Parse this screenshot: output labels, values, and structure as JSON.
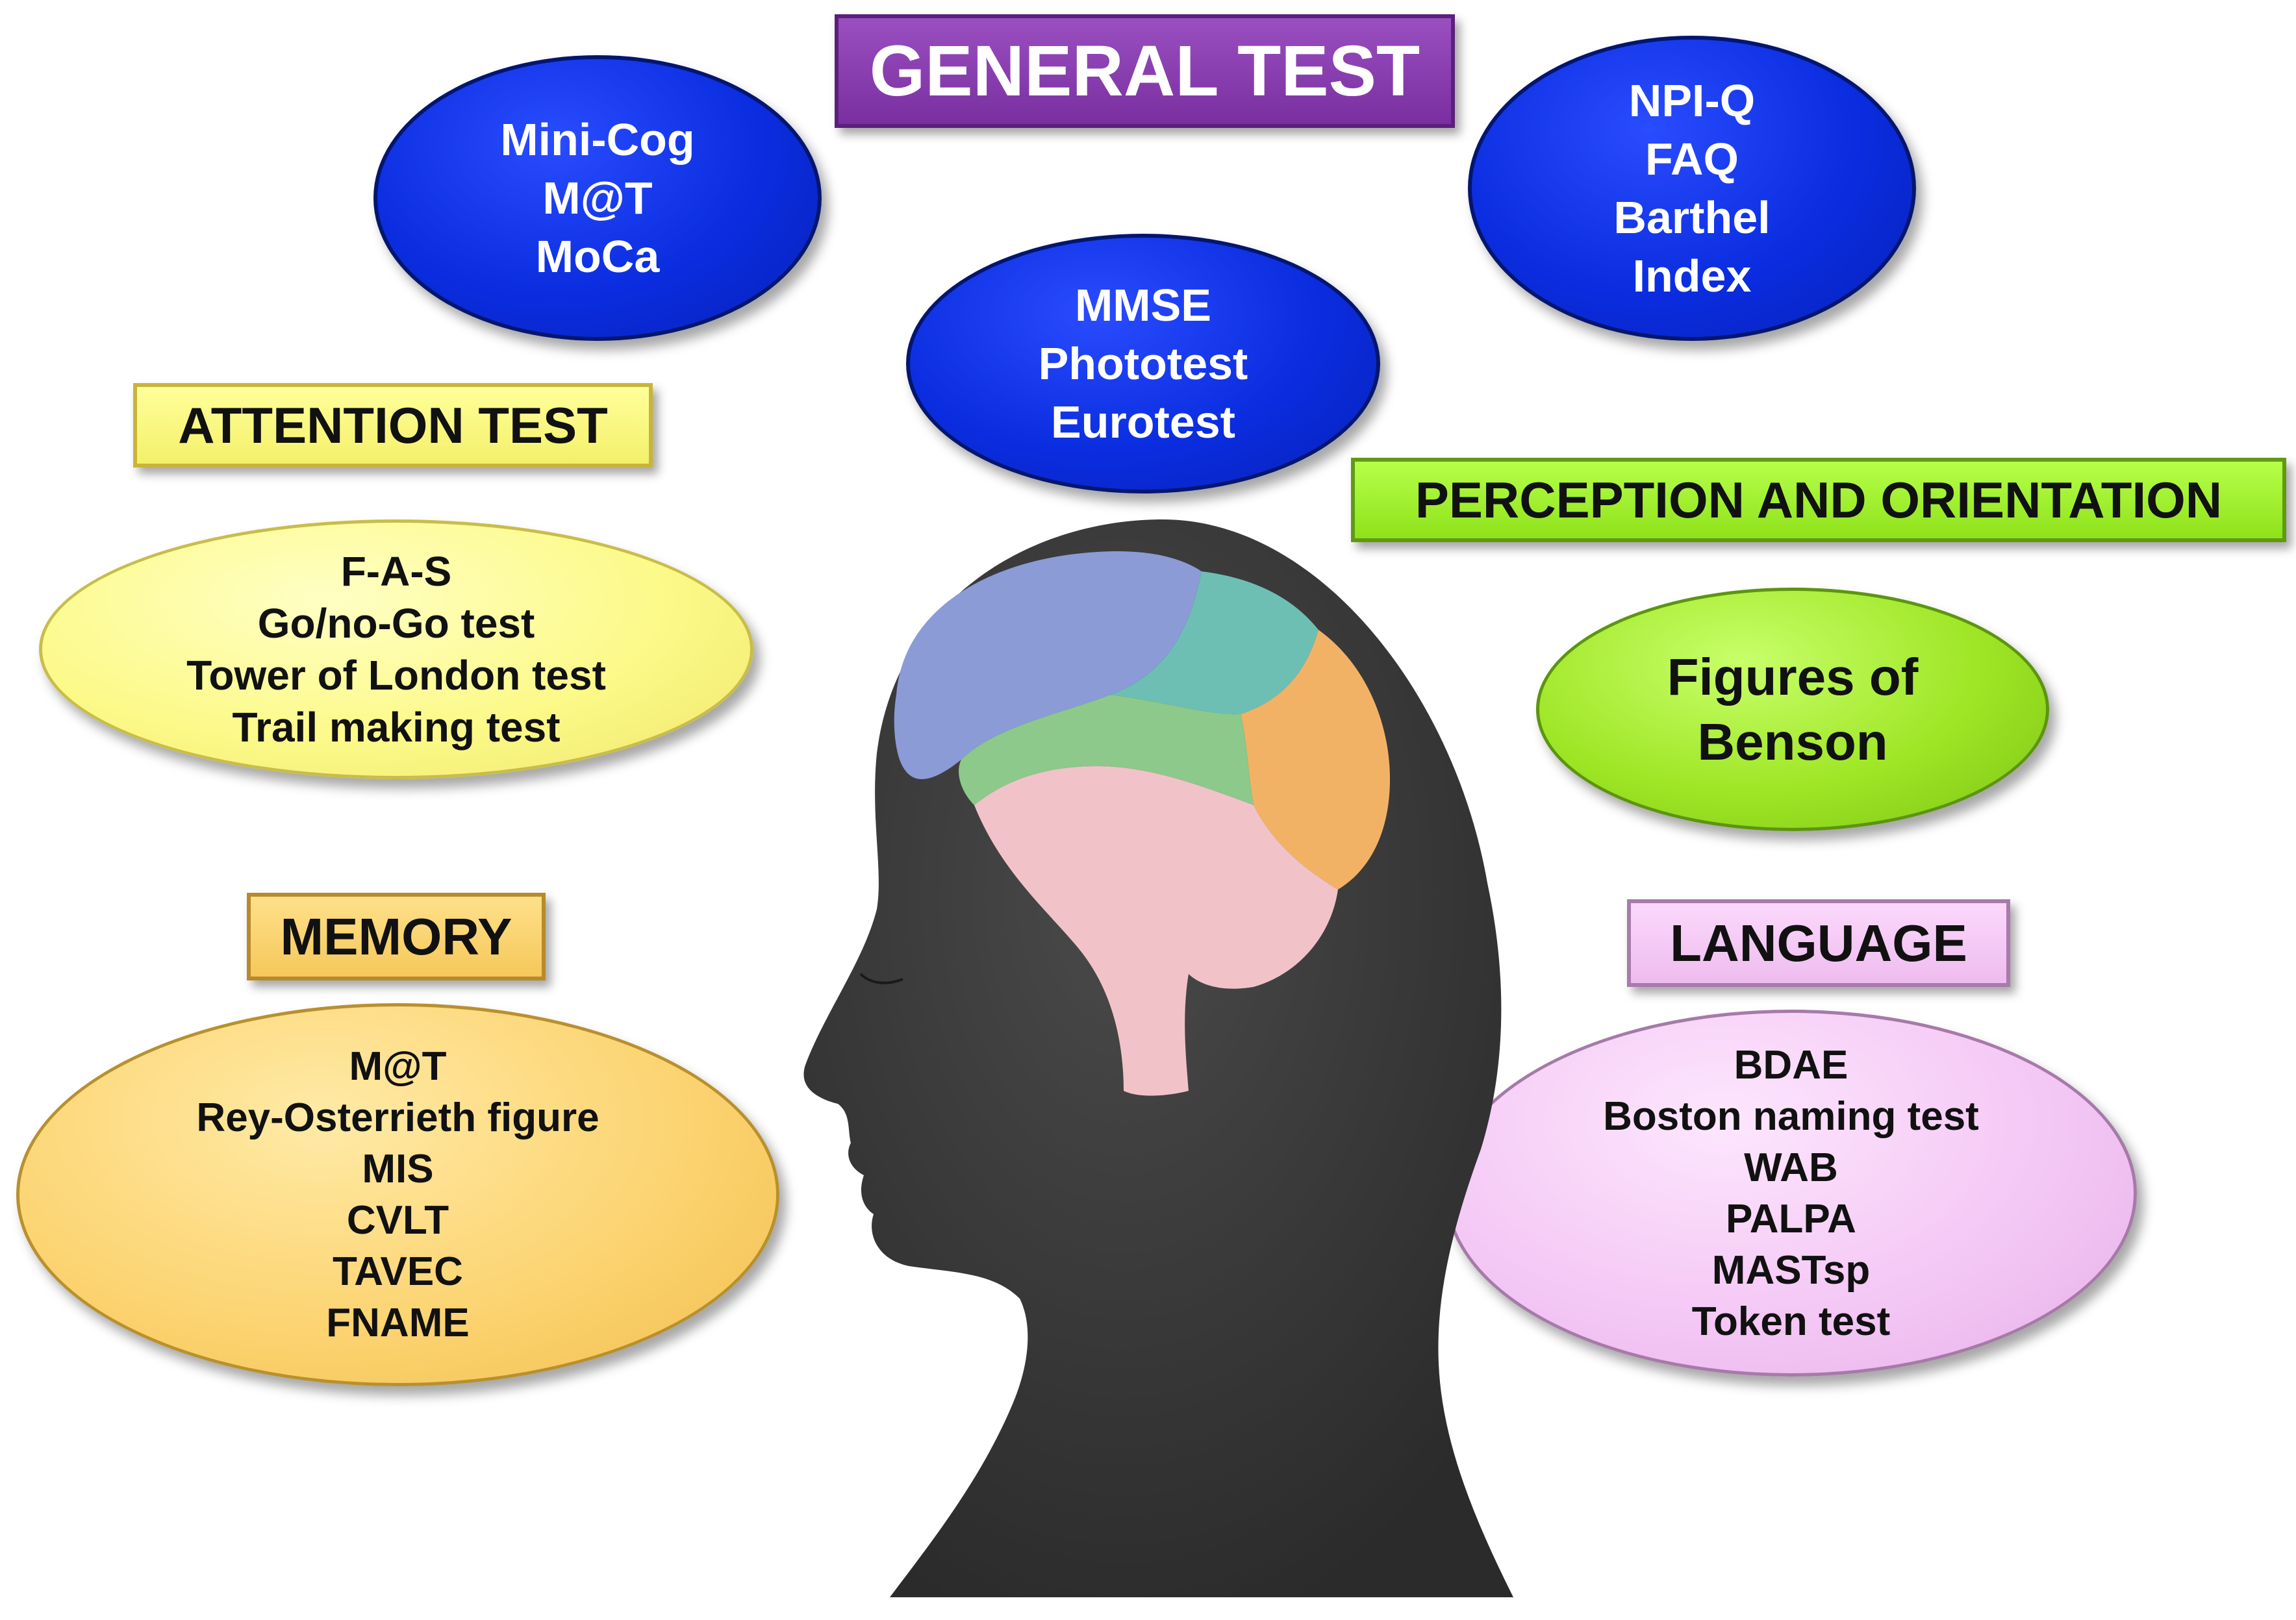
{
  "headings": {
    "general": "GENERAL TEST",
    "attention": "ATTENTION TEST",
    "perception": "PERCEPTION AND ORIENTATION",
    "memory": "MEMORY",
    "language": "LANGUAGE"
  },
  "general_ovals": {
    "left": [
      "Mini-Cog",
      "M@T",
      "MoCa"
    ],
    "right": [
      "NPI-Q",
      "FAQ",
      "Barthel",
      "Index"
    ],
    "center": [
      "MMSE",
      "Phototest",
      "Eurotest"
    ]
  },
  "attention_tests": [
    "F-A-S",
    "Go/no-Go test",
    "Tower of London test",
    "Trail making test"
  ],
  "perception_tests": [
    "Figures of",
    "Benson"
  ],
  "memory_tests": [
    "M@T",
    "Rey-Osterrieth figure",
    "MIS",
    "CVLT",
    "TAVEC",
    "FNAME"
  ],
  "language_tests": [
    "BDAE",
    "Boston naming test",
    "WAB",
    "PALPA",
    "MASTsp",
    "Token test"
  ],
  "colors": {
    "general": "#7a2fa0",
    "blue_oval": "#0b2de0",
    "attention": "#fcfa8a",
    "perception": "#9fe626",
    "memory": "#fcd472",
    "language": "#f4c8f5",
    "head": "#3a3a3a"
  }
}
